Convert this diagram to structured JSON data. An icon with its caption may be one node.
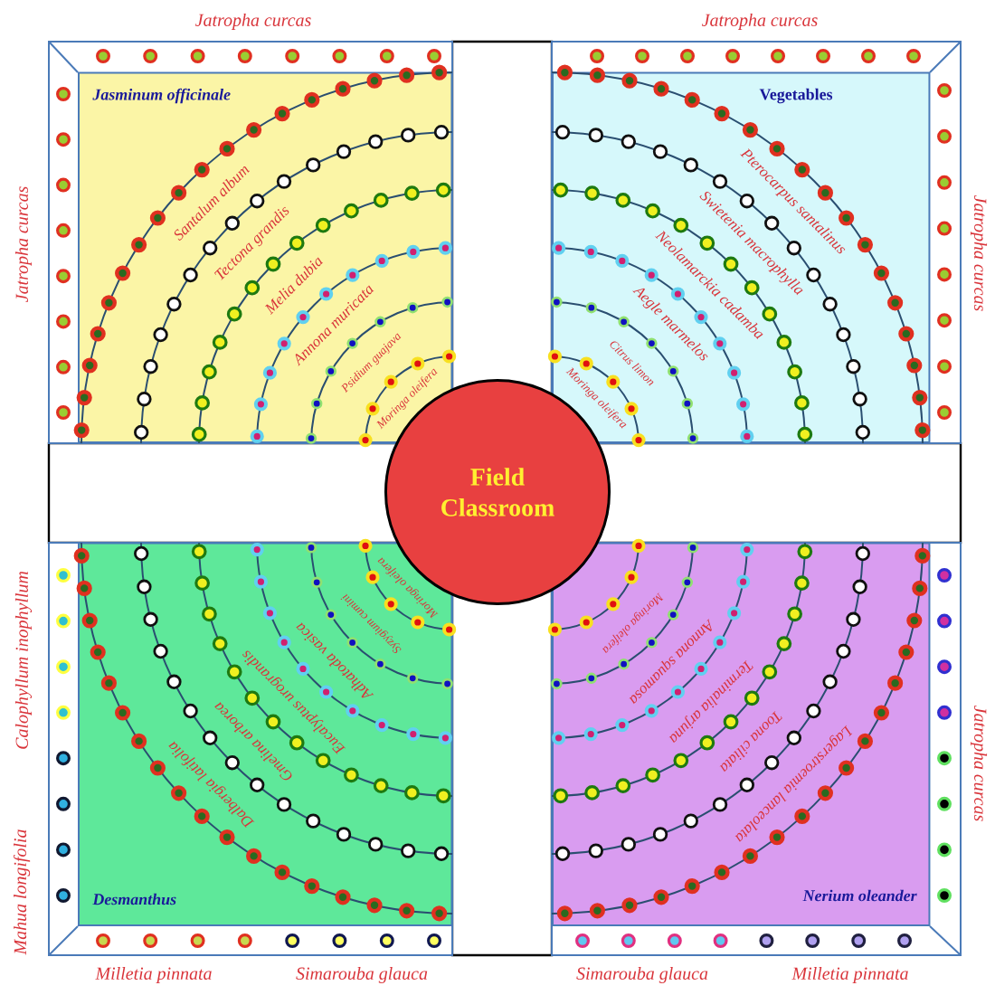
{
  "diagram": {
    "nodes": [
      {
        "text": [
          "Jasminum officinale"
        ]
      },
      {
        "text": [
          "Vegetables"
        ]
      },
      {
        "text": [
          "Desmanthus"
        ]
      },
      {
        "text": [
          "Nerium oleander"
        ]
      },
      {
        "text": [
          "Field Classroom"
        ]
      }
    ],
    "labels": [
      "Jatropha curcas",
      "Jatropha curcas",
      "Jatropha curcas",
      "Jatropha curcas",
      "Calophyllum  inophyllum",
      "Jatropha curcas",
      "Mahua longifolia",
      "Milletia pinnata",
      "Simarouba glauca",
      "Simarouba glauca",
      "Milletia pinnata",
      "Santalum album",
      "Tectona grandis",
      "Melia dubia",
      "Annona  muricata",
      "Psidium guajava",
      "Moringa oleifera",
      "Pterocarpus santalinus",
      "Swietenia macrophylla",
      "Neolamarckia cadamba",
      "Aegle marmelos",
      "Citrus limon",
      "Moringa oleifera",
      "Dalbergia latifolia",
      "Gmelina arborea",
      "Eucalyptus urograndis",
      "Adhatoda vasica",
      "Syzygium cumini",
      "Moringa oleifera",
      "Lagerstroemia lanceolata",
      "Toona ciliata",
      "Terminalia arjuna",
      "Annona squamosa",
      "Moringa oleifera"
    ]
  }
}
